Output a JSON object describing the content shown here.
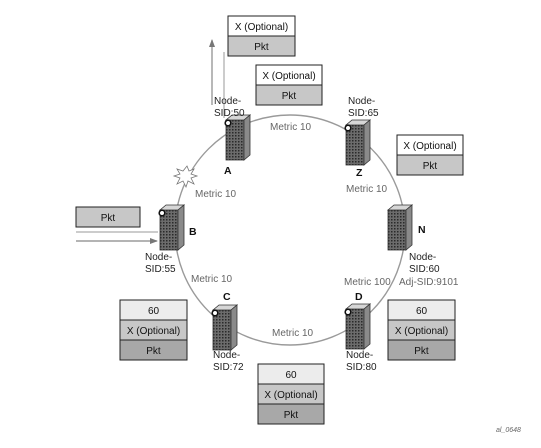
{
  "nodes": {
    "a": {
      "letter": "A",
      "sid1": "Node-",
      "sid2": "SID:50"
    },
    "z": {
      "letter": "Z",
      "sid1": "Node-",
      "sid2": "SID:65"
    },
    "n": {
      "letter": "N",
      "sid1": "Node-",
      "sid2": "SID:60"
    },
    "d": {
      "letter": "D",
      "sid1": "Node-",
      "sid2": "SID:80"
    },
    "c": {
      "letter": "C",
      "sid1": "Node-",
      "sid2": "SID:72"
    },
    "b": {
      "letter": "B",
      "sid1": "Node-",
      "sid2": "SID:55"
    }
  },
  "links": {
    "a_z": "Metric 10",
    "b_a": "Metric 10",
    "z_n": "Metric 10",
    "c_b": "Metric 10",
    "d_c": "Metric 10",
    "n_d": "Metric 100",
    "adj_sid": "Adj-SID:9101"
  },
  "stacks": {
    "top_a": [
      "X (Optional)",
      "Pkt"
    ],
    "near_a": [
      "X (Optional)",
      "Pkt"
    ],
    "near_z": [
      "X (Optional)",
      "Pkt"
    ],
    "in_b": [
      "Pkt"
    ],
    "at_c": [
      "60",
      "X (Optional)",
      "Pkt"
    ],
    "at_d": [
      "60",
      "X (Optional)",
      "Pkt"
    ],
    "bottom": [
      "60",
      "X (Optional)",
      "Pkt"
    ]
  },
  "figure_id": "al_0648"
}
